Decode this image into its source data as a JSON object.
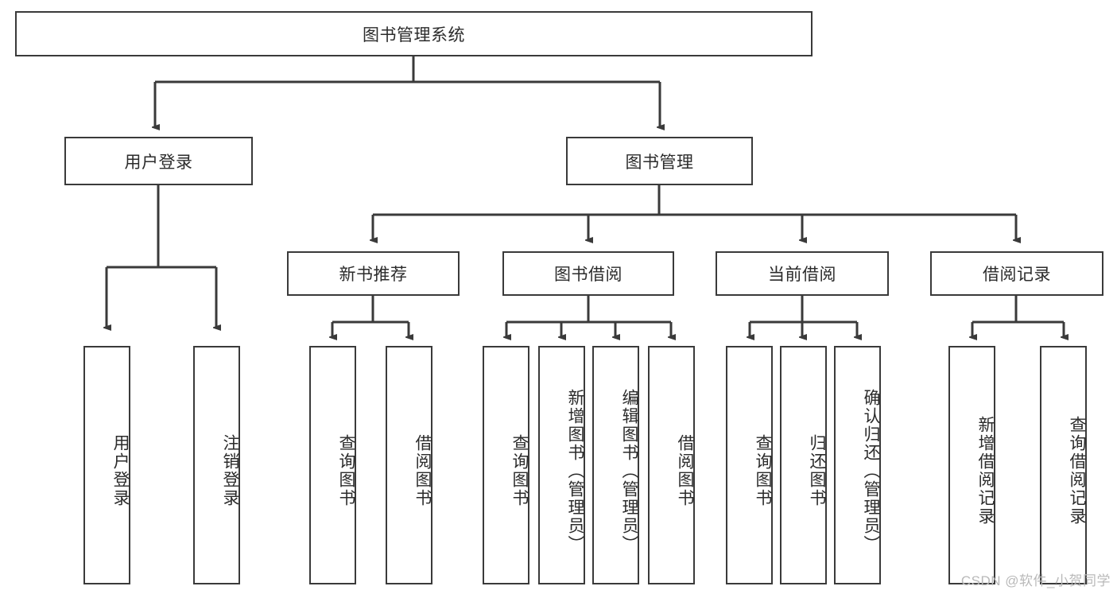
{
  "diagram": {
    "title": "图书管理系统",
    "type": "tree-hierarchy-diagram",
    "root": {
      "label": "图书管理系统"
    },
    "level2": [
      {
        "label": "用户登录"
      },
      {
        "label": "图书管理"
      }
    ],
    "level3": [
      {
        "label": "新书推荐"
      },
      {
        "label": "图书借阅"
      },
      {
        "label": "当前借阅"
      },
      {
        "label": "借阅记录"
      }
    ],
    "leaves": {
      "user_login": [
        {
          "label": "用户登录"
        },
        {
          "label": "注销登录"
        }
      ],
      "new_book_recommend": [
        {
          "label": "查询图书"
        },
        {
          "label": "借阅图书"
        }
      ],
      "book_borrow": [
        {
          "label": "查询图书"
        },
        {
          "label": "新增图书（管理员）"
        },
        {
          "label": "编辑图书（管理员）"
        },
        {
          "label": "借阅图书"
        }
      ],
      "current_borrow": [
        {
          "label": "查询图书"
        },
        {
          "label": "归还图书"
        },
        {
          "label": "确认归还（管理员）"
        }
      ],
      "borrow_record": [
        {
          "label": "新增借阅记录"
        },
        {
          "label": "查询借阅记录"
        }
      ]
    }
  },
  "watermark": {
    "text": "CSDN @软件_小贺同学"
  },
  "colors": {
    "stroke": "#3a3a3a",
    "box_fill": "#ffffff",
    "text": "#2b2b2b",
    "watermark": "#b9b9b9",
    "background": "#ffffff"
  }
}
